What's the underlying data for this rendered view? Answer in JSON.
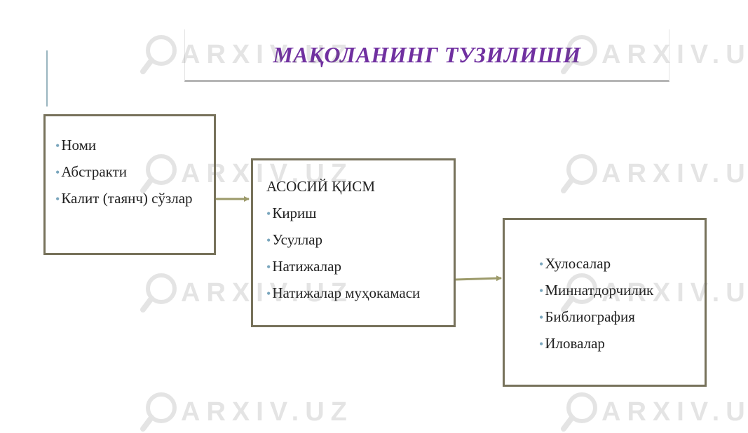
{
  "title": "МАҚОЛАНИНГ ТУЗИЛИШИ",
  "watermark_text": "ARXIV.UZ",
  "boxes": [
    {
      "items": [
        "Номи",
        "Абстракти",
        "Калит (таянч) сўзлар"
      ]
    },
    {
      "heading": "АСОСИЙ ҚИСМ",
      "items": [
        "Кириш",
        "Усуллар",
        "Натижалар",
        "Натижалар муҳокамаси"
      ]
    },
    {
      "items": [
        "Хулосалар",
        "Миннатдорчилик",
        "Библиография",
        "Иловалар"
      ]
    }
  ],
  "colors": {
    "title": "#7030a0",
    "box_border": "#77725b",
    "arrow": "#9c9a6a",
    "bullet": "#7aa6bd"
  }
}
